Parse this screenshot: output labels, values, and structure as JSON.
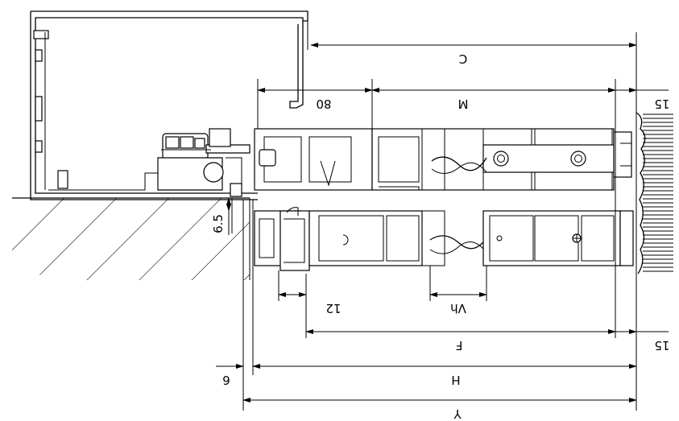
{
  "title": "",
  "colors": {
    "line": "#000000",
    "background": "#ffffff"
  },
  "dimensions": {
    "C": "C",
    "dim80": "80",
    "M": "M",
    "top15": "15",
    "dim6_5": "6.5",
    "dim12": "12",
    "Vh": "Vh",
    "F": "F",
    "bottom15": "15",
    "dim6": "6",
    "H": "H",
    "Y": "Y"
  }
}
